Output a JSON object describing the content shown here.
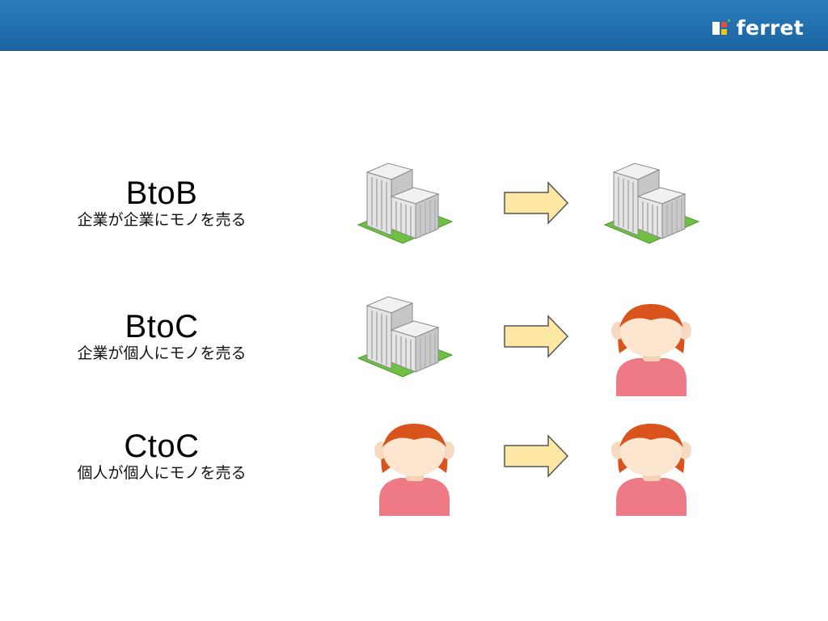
{
  "header": {
    "logo_text": "ferret",
    "brand_color": "#1f6aa9"
  },
  "models": [
    {
      "title": "BtoB",
      "description": "企業が企業にモノを売る",
      "from_icon": "building-icon",
      "to_icon": "building-icon"
    },
    {
      "title": "BtoC",
      "description": "企業が個人にモノを売る",
      "from_icon": "building-icon",
      "to_icon": "person-icon"
    },
    {
      "title": "CtoC",
      "description": "個人が個人にモノを売る",
      "from_icon": "person-icon",
      "to_icon": "person-icon"
    }
  ],
  "colors": {
    "arrow_fill": "#fde7a3",
    "arrow_stroke": "#555555",
    "grass": "#6fbf45",
    "building": "#dcdcdc",
    "hair": "#d9531c",
    "face": "#fde6cf",
    "shirt": "#ee7a85"
  }
}
